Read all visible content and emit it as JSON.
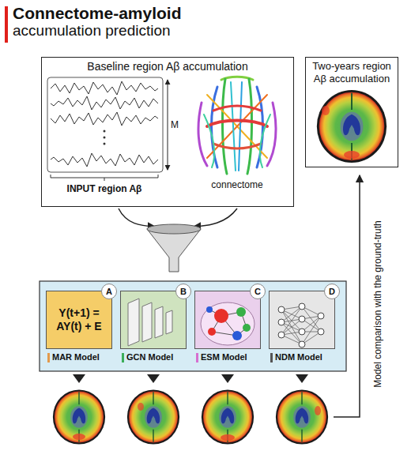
{
  "diagram": {
    "title": "Connectome-amyloid",
    "nodes": [
      {
        "text": [
          "Baseline region Aβ accumulation"
        ]
      },
      {
        "text": [
          "Two-years region Aβ accumulation"
        ]
      },
      {
        "text": [
          "Y(t+1) = AY(t) + E",
          "MAR Model"
        ]
      },
      {
        "text": [
          "A"
        ],
        "in": 2
      },
      {
        "text": [
          "GCN Model"
        ]
      },
      {
        "text": [
          "B"
        ],
        "in": 4
      },
      {
        "text": [
          "ESM Model"
        ]
      },
      {
        "text": [
          "C"
        ],
        "in": 6
      },
      {
        "text": [
          "NDM Model"
        ]
      },
      {
        "text": [
          "D"
        ],
        "in": 8
      }
    ],
    "labels": [
      "accumulation prediction",
      "M",
      "INPUT region Aβ",
      "connectome",
      "Model comparison with the ground-truth"
    ]
  }
}
